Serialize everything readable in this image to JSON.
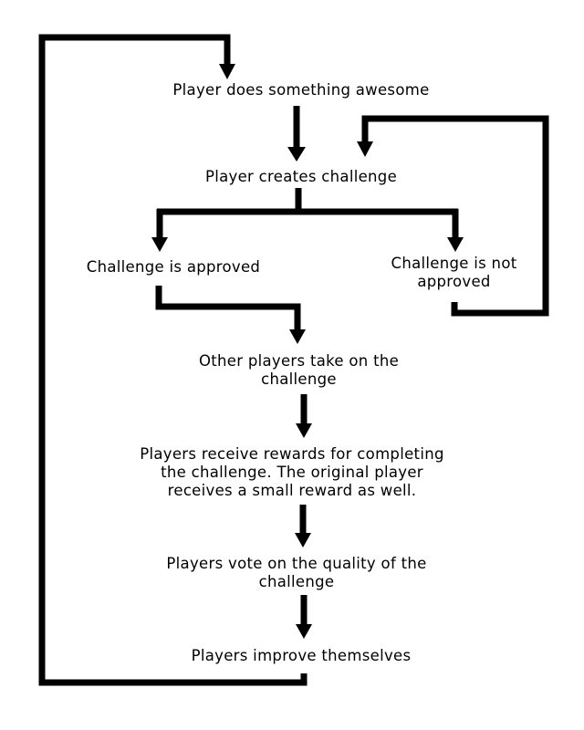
{
  "colors": {
    "background": "#ffffff",
    "ink": "#000000"
  },
  "nodes": {
    "awesome": [
      "Player does something awesome"
    ],
    "creates": [
      "Player creates challenge"
    ],
    "approved": [
      "Challenge is approved"
    ],
    "not_approved": [
      "Challenge is not",
      "approved"
    ],
    "take_on": [
      "Other players take on the",
      "challenge"
    ],
    "rewards": [
      "Players receive rewards for completing",
      "the challenge.  The original player",
      "receives a small reward as well."
    ],
    "vote": [
      "Players vote on the quality of the",
      "challenge"
    ],
    "improve": [
      "Players improve themselves"
    ]
  },
  "edges": [
    {
      "from": "awesome",
      "to": "creates"
    },
    {
      "from": "creates",
      "to": "approved"
    },
    {
      "from": "creates",
      "to": "not_approved"
    },
    {
      "from": "not_approved",
      "to": "creates"
    },
    {
      "from": "approved",
      "to": "take_on"
    },
    {
      "from": "take_on",
      "to": "rewards"
    },
    {
      "from": "rewards",
      "to": "vote"
    },
    {
      "from": "vote",
      "to": "improve"
    },
    {
      "from": "improve",
      "to": "awesome"
    }
  ]
}
